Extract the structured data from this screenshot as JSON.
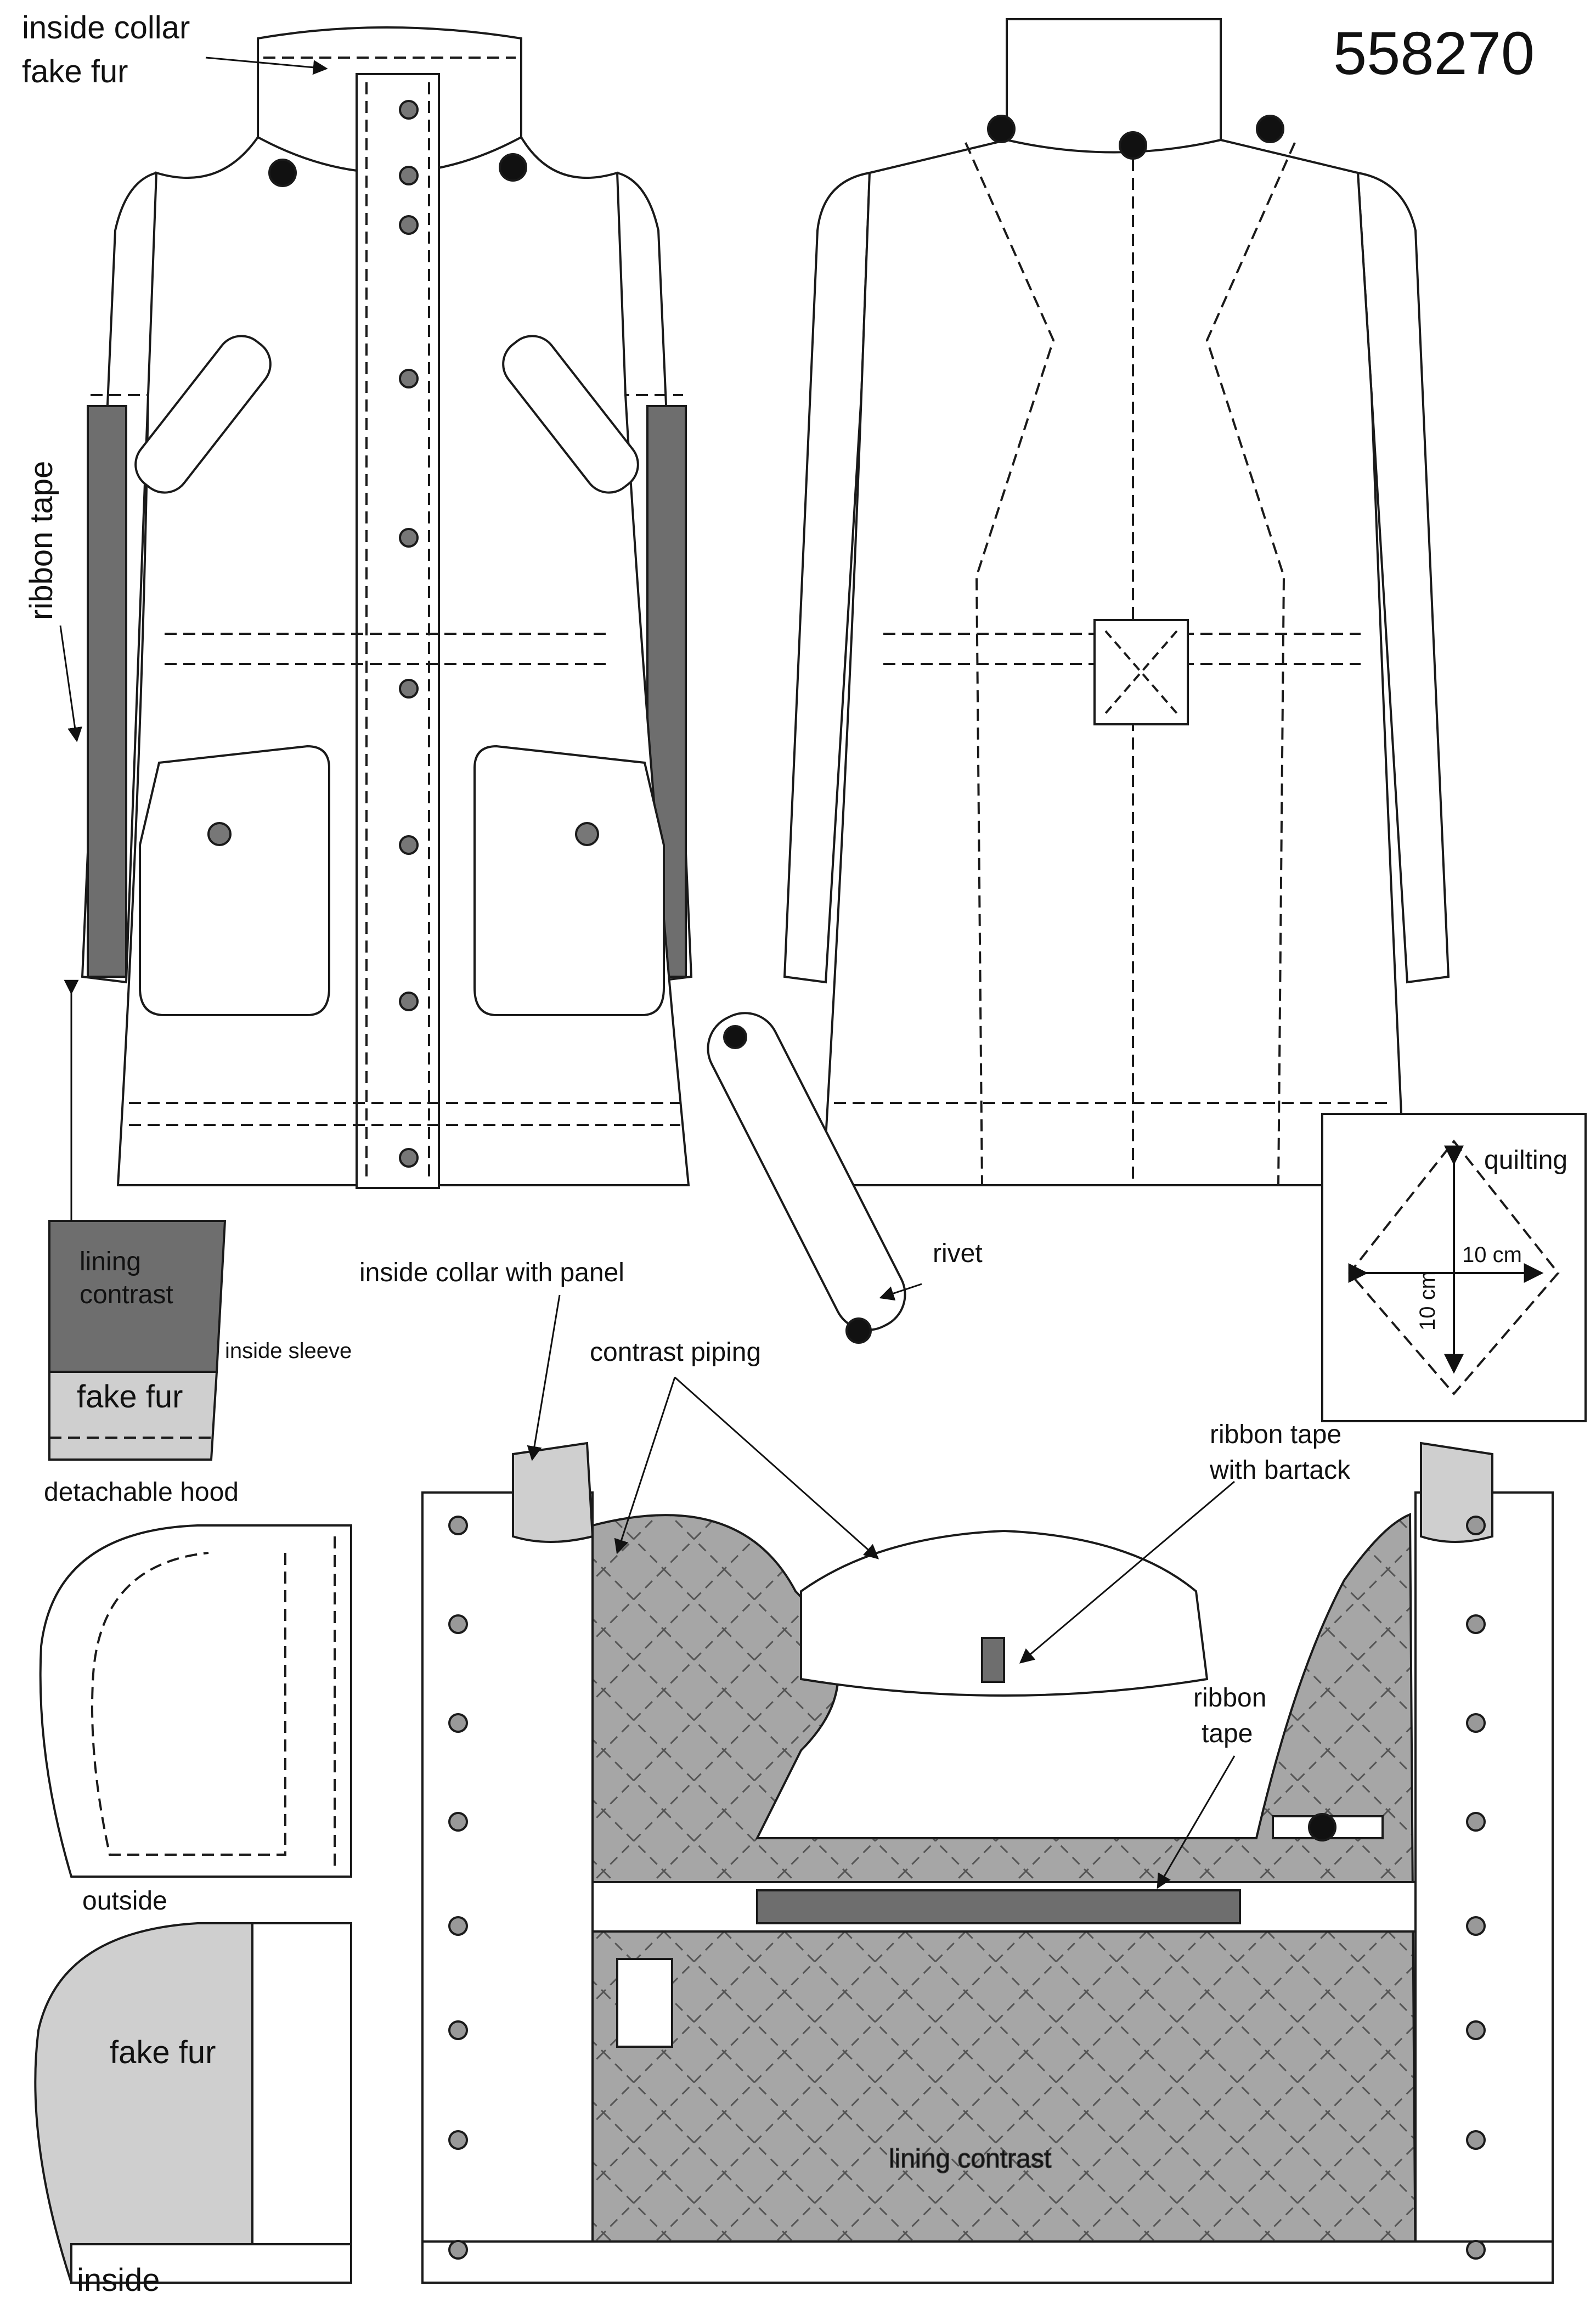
{
  "sheet": {
    "style_number": "558270"
  },
  "labels": {
    "inside_collar_fake_fur_line1": "inside collar",
    "inside_collar_fake_fur_line2": "fake fur",
    "ribbon_tape_sleeve": "ribbon tape",
    "lining_contrast_line1": "lining",
    "lining_contrast_line2": "contrast",
    "inside_sleeve": "inside sleeve",
    "fake_fur_sleeve": "fake fur",
    "rivet": "rivet",
    "inside_collar_with_panel": "inside collar with panel",
    "contrast_piping": "contrast piping",
    "ribbon_tape_bartack_line1": "ribbon tape",
    "ribbon_tape_bartack_line2": "with bartack",
    "ribbon_tape_inner_line1": "ribbon",
    "ribbon_tape_inner_line2": "tape",
    "lining_contrast_body": "lining contrast",
    "detachable_hood": "detachable hood",
    "hood_outside": "outside",
    "hood_fake_fur": "fake fur",
    "hood_inside": "inside"
  },
  "quilting_detail": {
    "title": "quilting",
    "width": "10 cm",
    "height": "10 cm"
  },
  "colors": {
    "line": "#1a1a1a",
    "garment_fill": "#ffffff",
    "ribbon_dark": "#6e6e6e",
    "lining_grey": "#a6a6a6",
    "fur_light": "#cfcfcf"
  }
}
